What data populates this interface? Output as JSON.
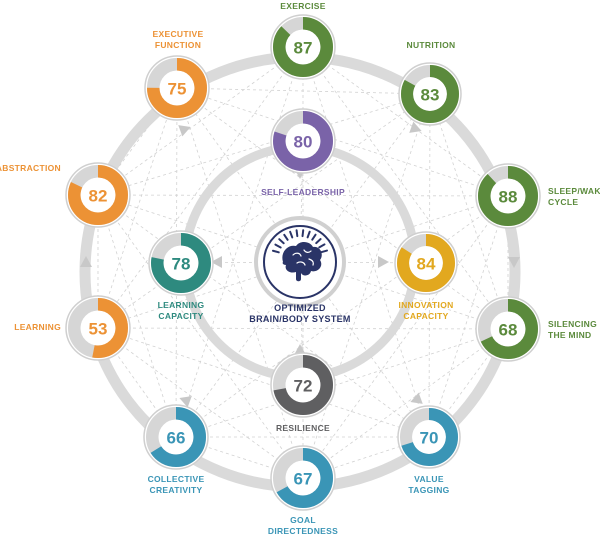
{
  "colors": {
    "green": "#5b8a3c",
    "orange": "#ec9235",
    "blue": "#3a95b6",
    "teal": "#2e8a7f",
    "purple": "#7a63a8",
    "gold": "#e2a81f",
    "gray": "#5f5f61",
    "navy": "#2a3467",
    "track": "#d6d6d6",
    "ring": "#dadada"
  },
  "center": {
    "icon": "brain-icon",
    "line1": "OPTIMIZED",
    "line2": "BRAIN/BODY SYSTEM"
  },
  "metrics": [
    {
      "id": "exercise",
      "value": 87,
      "color": "green",
      "line1": "EXERCISE",
      "line2": ""
    },
    {
      "id": "nutrition",
      "value": 83,
      "color": "green",
      "line1": "NUTRITION",
      "line2": ""
    },
    {
      "id": "sleep-wake-cycle",
      "value": 88,
      "color": "green",
      "line1": "SLEEP/WAKE",
      "line2": "CYCLE"
    },
    {
      "id": "silencing-the-mind",
      "value": 68,
      "color": "green",
      "line1": "SILENCING",
      "line2": "THE MIND"
    },
    {
      "id": "value-tagging",
      "value": 70,
      "color": "blue",
      "line1": "VALUE",
      "line2": "TAGGING"
    },
    {
      "id": "goal-directedness",
      "value": 67,
      "color": "blue",
      "line1": "GOAL",
      "line2": "DIRECTEDNESS"
    },
    {
      "id": "collective-creativity",
      "value": 66,
      "color": "blue",
      "line1": "COLLECTIVE",
      "line2": "CREATIVITY"
    },
    {
      "id": "learning",
      "value": 53,
      "color": "orange",
      "line1": "LEARNING",
      "line2": ""
    },
    {
      "id": "abstraction",
      "value": 82,
      "color": "orange",
      "line1": "ABSTRACTION",
      "line2": ""
    },
    {
      "id": "executive-function",
      "value": 75,
      "color": "orange",
      "line1": "EXECUTIVE",
      "line2": "FUNCTION"
    },
    {
      "id": "self-leadership",
      "value": 80,
      "color": "purple",
      "line1": "SELF-LEADERSHIP",
      "line2": ""
    },
    {
      "id": "innovation-capacity",
      "value": 84,
      "color": "gold",
      "line1": "INNOVATION",
      "line2": "CAPACITY"
    },
    {
      "id": "resilience",
      "value": 72,
      "color": "gray",
      "line1": "RESILIENCE",
      "line2": ""
    },
    {
      "id": "learning-capacity",
      "value": 78,
      "color": "teal",
      "line1": "LEARNING",
      "line2": "CAPACITY"
    }
  ]
}
